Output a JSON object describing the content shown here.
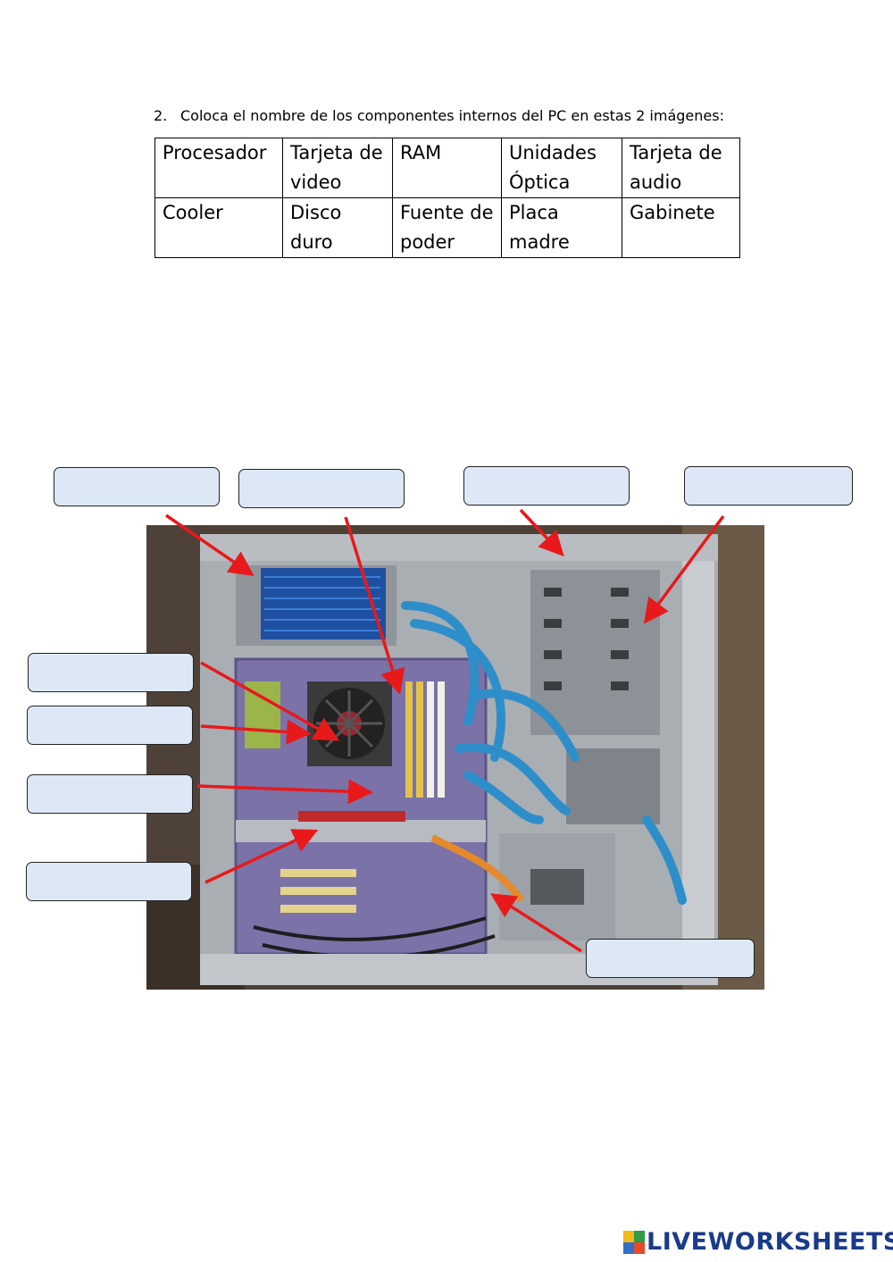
{
  "instruction": {
    "number": "2.",
    "text": "Coloca el nombre de los componentes internos del PC en estas 2 imágenes:"
  },
  "word_bank": [
    [
      "Procesador",
      "Tarjeta de video",
      "RAM",
      "Unidades Óptica",
      "Tarjeta de audio"
    ],
    [
      "Cooler",
      "Disco duro",
      "Fuente de poder",
      "Placa madre",
      "Gabinete"
    ]
  ],
  "answer_boxes": [
    {
      "value": ""
    },
    {
      "value": ""
    },
    {
      "value": ""
    },
    {
      "value": ""
    },
    {
      "value": ""
    },
    {
      "value": ""
    },
    {
      "value": ""
    },
    {
      "value": ""
    },
    {
      "value": ""
    }
  ],
  "colors": {
    "box_fill": "#dde8f6",
    "arrow": "#e8191b",
    "logo_text": "#1a3a8a"
  },
  "footer": {
    "logo_text": "LIVEWORKSHEETS",
    "logo_icon": "liveworksheets-logo-icon"
  }
}
